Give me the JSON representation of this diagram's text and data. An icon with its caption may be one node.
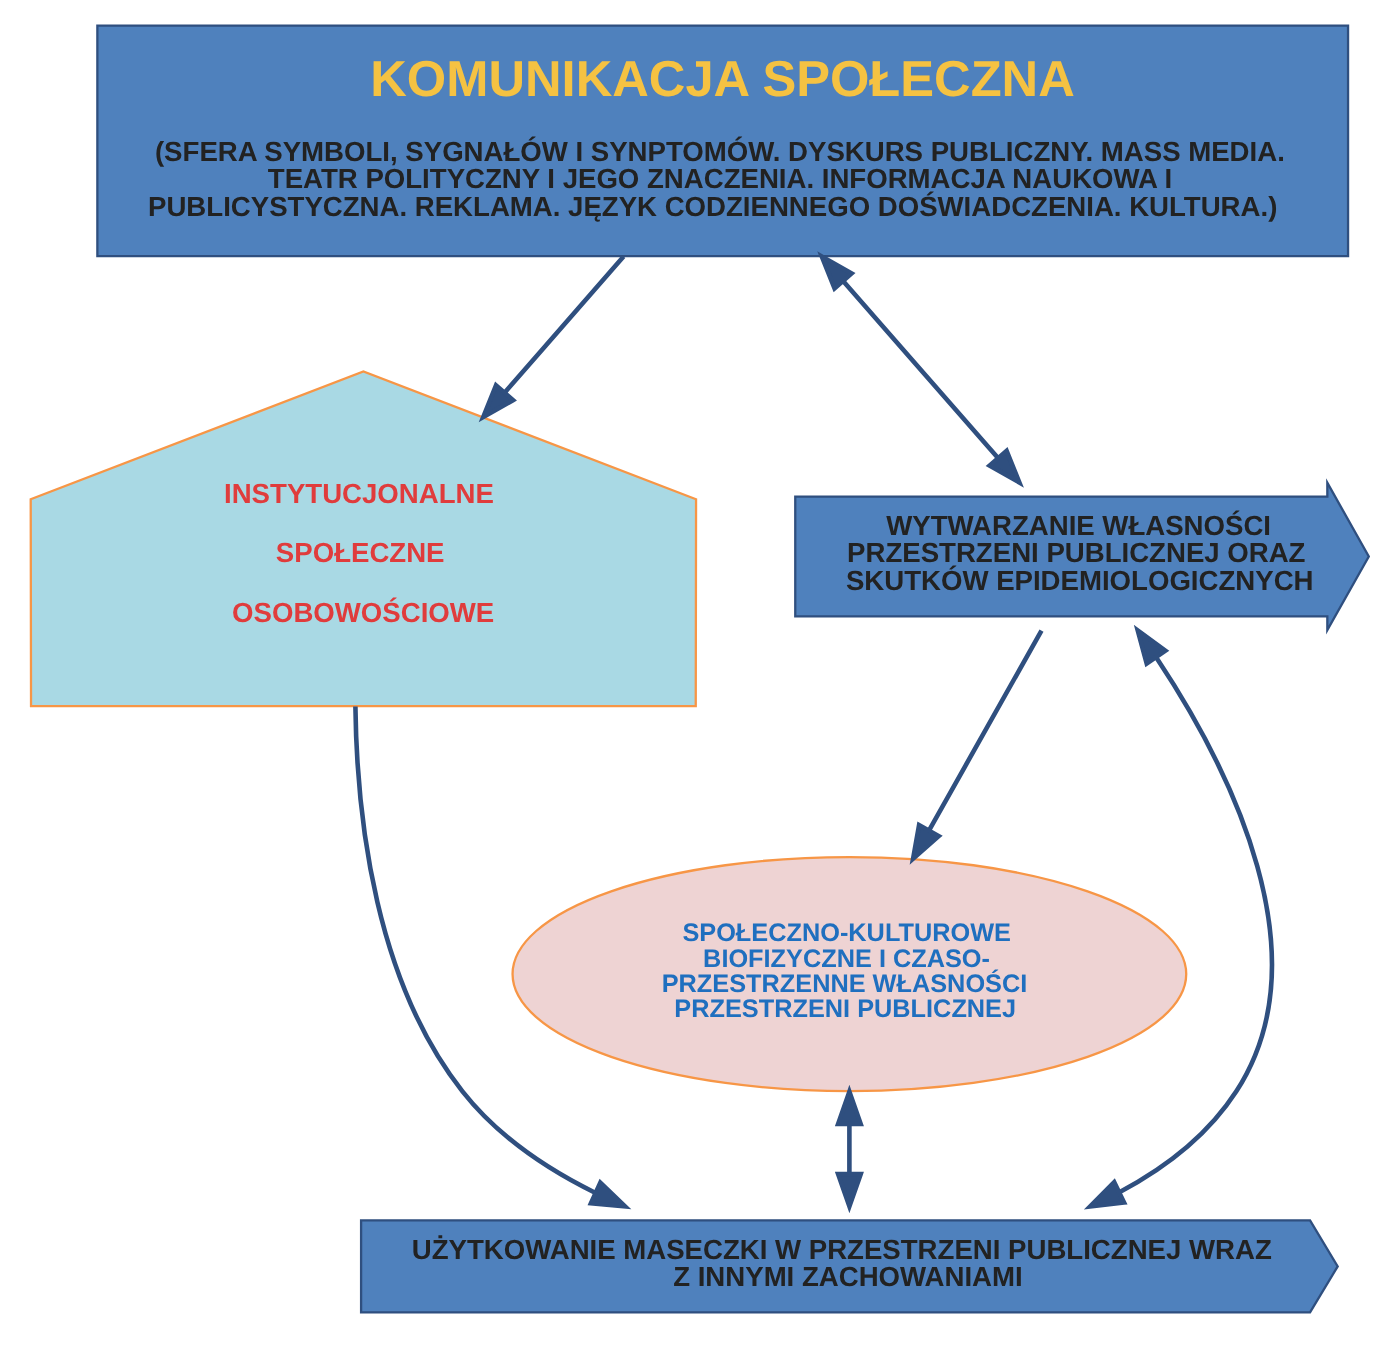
{
  "diagram": {
    "nodes": [
      {
        "text": [
          "KOMUNIKACJA SPOŁECZNA",
          "(SFERA SYMBOLI, SYGNAŁÓW I SYNPTOMÓW. DYSKURS PUBLICZNY. MASS MEDIA. TEATR POLITYCZNY I JEGO ZNACZENIA. INFORMACJA NAUKOWA I PUBLICYSTYCZNA. REKLAMA. JĘZYK CODZIENNEGO DOŚWIADCZENIA. KULTURA.)"
        ]
      },
      {
        "text": [
          "INSTYTUCJONALNE",
          "SPOŁECZNE",
          "OSOBOWOŚCIOWE"
        ]
      },
      {
        "text": [
          "SPOŁECZNO-KULTUROWE BIOFIZYCZNE I CZASO-PRZESTRZENNE WŁASNOŚCI PRZESTRZENI PUBLICZNEJ"
        ]
      },
      {
        "text": [
          "WYTWARZANIE WŁASNOŚCI PRZESTRZENI PUBLICZNEJ ORAZ SKUTKÓW EPIDEMIOLOGICZNYCH"
        ]
      },
      {
        "text": [
          "UŻYTKOWANIE MASECZKI W PRZESTRZENI PUBLICZNEJ WRAZ Z INNYMI ZACHOWANIAMI"
        ]
      }
    ],
    "edges": [
      {
        "from": 0,
        "to": 1,
        "arrow": "to"
      },
      {
        "from": 0,
        "to": 3,
        "arrow": "both"
      },
      {
        "from": 3,
        "to": 2,
        "arrow": "to"
      },
      {
        "from": 1,
        "to": 4,
        "arrow": "to"
      },
      {
        "from": 2,
        "to": 4,
        "arrow": "both"
      },
      {
        "from": 3,
        "to": 4,
        "arrow": "both"
      }
    ]
  }
}
